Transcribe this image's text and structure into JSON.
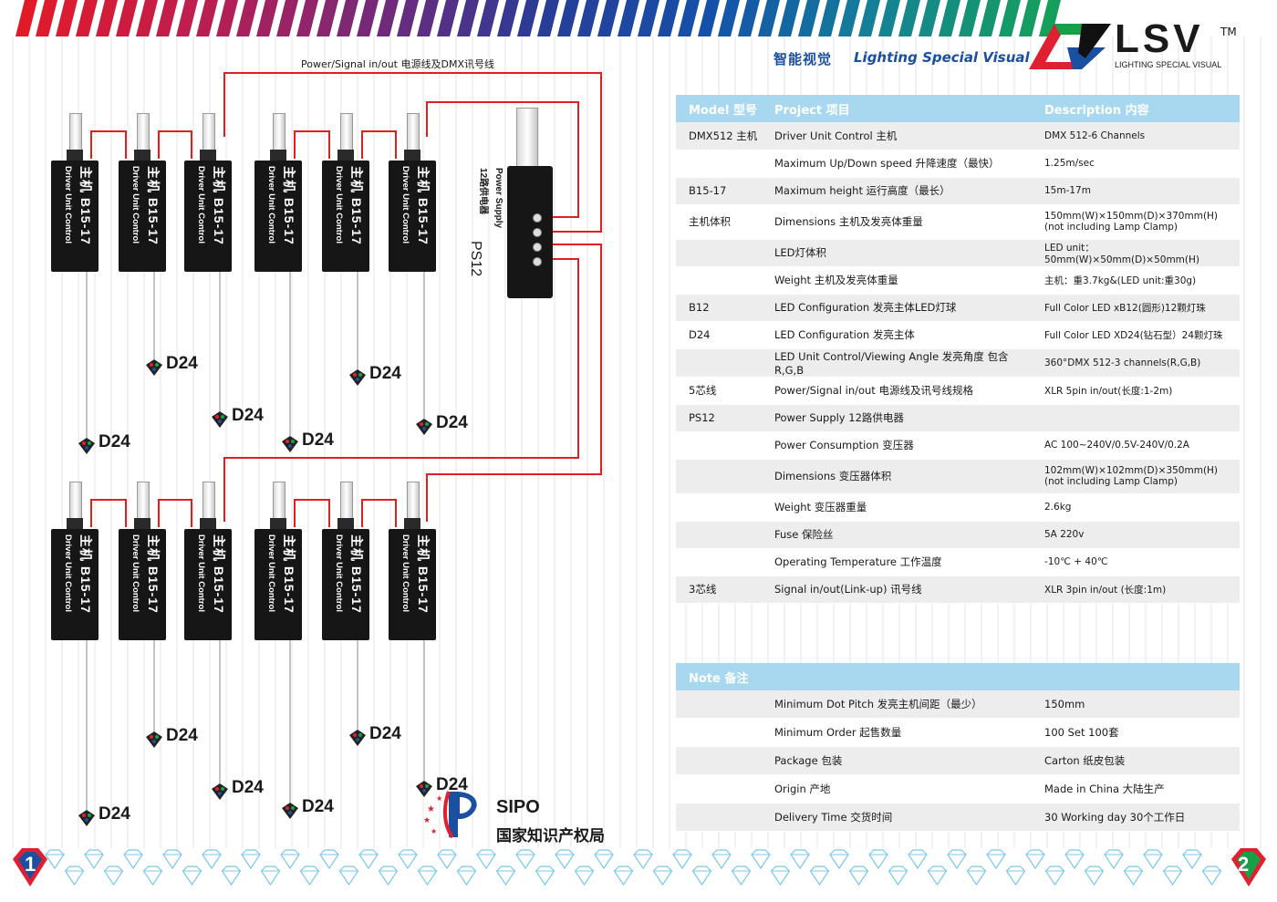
{
  "brand": {
    "cn": "智能视觉",
    "en": "Lighting Special Visual",
    "logo_word": "LSV",
    "logo_tm": "TM",
    "logo_sub": "LIGHTING SPECIAL VISUAL"
  },
  "diagram": {
    "wire_caption": "Power/Signal in/out 电源线及DMX讯号线",
    "unit_model": "主机  B15-17",
    "unit_desc": "Driver Unit Control",
    "led_label": "D24",
    "psu": {
      "en": "Power Supply",
      "cn": "12路供电器",
      "model": "PS12"
    },
    "sipo": {
      "label": "SIPO",
      "cn": "国家知识产权局"
    }
  },
  "colors": {
    "wire": "#e02020",
    "unit_body": "#161616",
    "header_cell": "#a8d8f0",
    "brand_blue": "#1b4fa0",
    "badge": "#e02030"
  },
  "table": {
    "headers": [
      "Model 型号",
      "Project 项目",
      "Description 内容"
    ],
    "rows": [
      [
        "DMX512 主机",
        "Driver Unit Control 主机",
        "DMX 512-6 Channels"
      ],
      [
        "",
        "Maximum Up/Down speed 升降速度（最快）",
        "1.25m/sec"
      ],
      [
        "B15-17",
        "Maximum height 运行高度（最长）",
        "15m-17m"
      ],
      [
        "主机体积",
        "Dimensions 主机及发亮体重量",
        "150mm(W)×150mm(D)×370mm(H)\n(not including Lamp Clamp)"
      ],
      [
        "",
        "LED灯体积",
        "LED unit：50mm(W)×50mm(D)×50mm(H)"
      ],
      [
        "",
        "Weight 主机及发亮体重量",
        "主机：重3.7kg&(LED unit:重30g)"
      ],
      [
        "B12",
        "LED Configuration 发亮主体LED灯球",
        "Full Color LED xB12(圆形)12颗灯珠"
      ],
      [
        "D24",
        "LED Configuration 发亮主体",
        "Full Color LED XD24(钻石型）24颗灯珠"
      ],
      [
        "",
        "LED Unit Control/Viewing Angle 发亮角度 包含R,G,B",
        "360°DMX 512-3 channels(R,G,B)"
      ],
      [
        "5芯线",
        "Power/Signal in/out 电源线及讯号线规格",
        "XLR 5pin in/out(长度:1-2m)"
      ],
      [
        "PS12",
        "Power Supply 12路供电器",
        ""
      ],
      [
        "",
        "Power Consumption 变压器",
        "AC 100~240V/0.5V-240V/0.2A"
      ],
      [
        "",
        "Dimensions 变压器体积",
        "102mm(W)×102mm(D)×350mm(H)\n(not including Lamp Clamp)"
      ],
      [
        "",
        "Weight 变压器重量",
        "2.6kg"
      ],
      [
        "",
        "Fuse 保险丝",
        "5A 220v"
      ],
      [
        "",
        "Operating Temperature 工作温度",
        "-10℃ + 40℃"
      ],
      [
        "3芯线",
        "Signal in/out(Link-up) 讯号线",
        "XLR 3pin in/out (长度:1m)"
      ]
    ]
  },
  "note": {
    "header": "Note 备注",
    "rows": [
      [
        "",
        "Minimum Dot Pitch 发亮主机间距（最少）",
        "150mm"
      ],
      [
        "",
        "Minimum Order 起售数量",
        "100 Set  100套"
      ],
      [
        "",
        "Package  包装",
        "Carton  纸皮包装"
      ],
      [
        "",
        "Origin   产地",
        "Made in China   大陆生产"
      ],
      [
        "",
        "Delivery Time  交货时间",
        "30 Working day   30个工作日"
      ]
    ]
  },
  "pages": {
    "left": "1",
    "right": "2"
  }
}
